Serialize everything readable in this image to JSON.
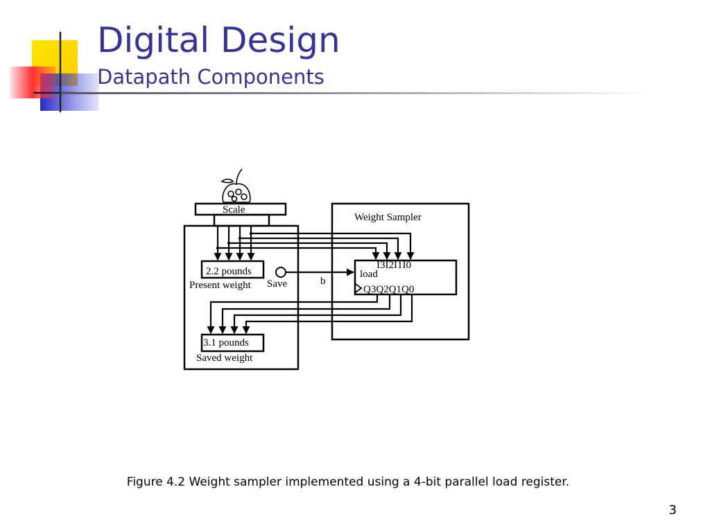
{
  "slide": {
    "title": "Digital Design",
    "subtitle": "Datapath Components",
    "page_number": "3"
  },
  "figure": {
    "caption": "Figure 4.2 Weight sampler implemented using a 4-bit parallel load register.",
    "scale_label": "Scale",
    "present_value": "2.2 pounds",
    "present_label": "Present weight",
    "save_label": "Save",
    "signal_b": "b",
    "saved_value": "3.1 pounds",
    "saved_label": "Saved weight",
    "sampler_label": "Weight Sampler",
    "register_inputs": "I3I2I1I0",
    "register_load": "load",
    "register_outputs": "Q3Q2Q1Q0"
  },
  "colors": {
    "title": "#333399",
    "logo_yellow": "#ffd700",
    "logo_red": "#ff3333",
    "logo_blue": "#3333cc"
  }
}
